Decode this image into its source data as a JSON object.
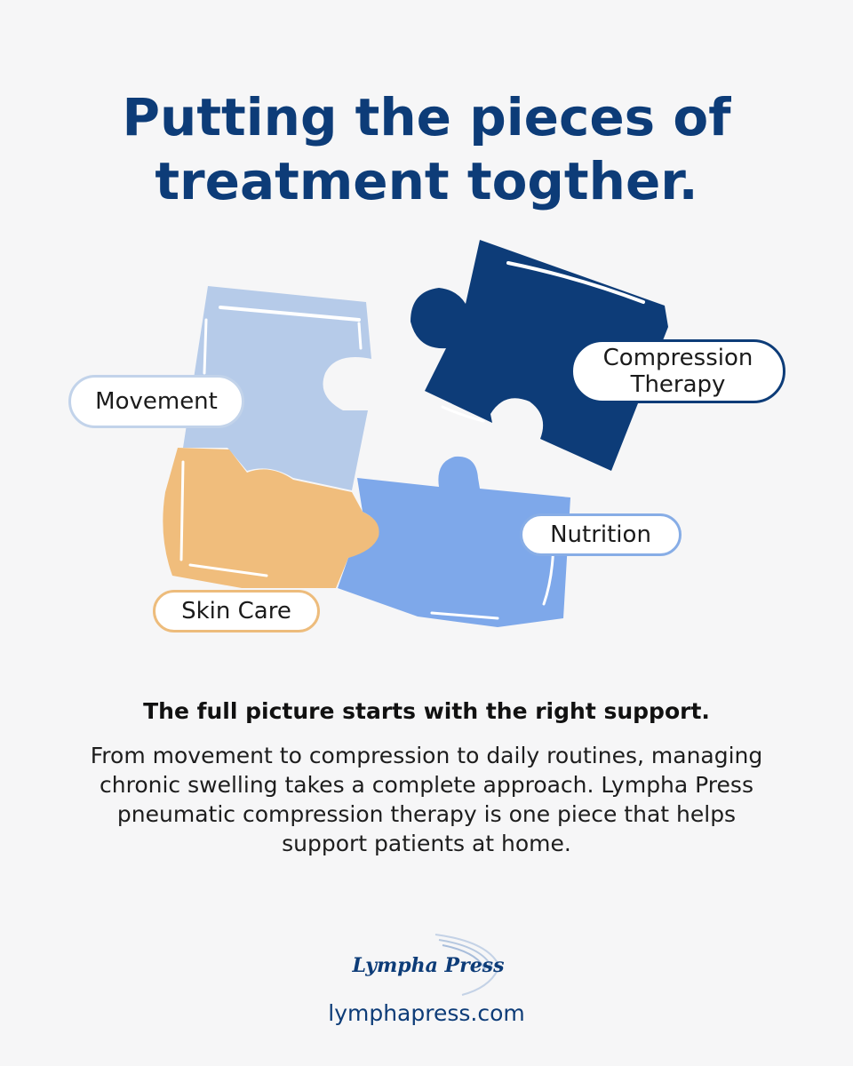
{
  "title": {
    "line1": "Putting the pieces of",
    "line2": "treatment togther."
  },
  "pieces": {
    "movement": "Movement",
    "compression": "Compression Therapy",
    "nutrition": "Nutrition",
    "skin_care": "Skin Care"
  },
  "colors": {
    "brand_navy": "#0d3c78",
    "light_blue": "#b6cbe9",
    "mid_blue": "#7ea8ea",
    "orange": "#f0bd7c",
    "background": "#f6f6f7"
  },
  "subheading": "The full picture starts with the right support.",
  "body": "From movement to compression to daily routines, managing chronic swelling takes a complete approach. Lympha Press pneumatic compression therapy is one piece that helps support patients at home.",
  "logo": {
    "name": "Lympha Press"
  },
  "url": "lymphapress.com"
}
